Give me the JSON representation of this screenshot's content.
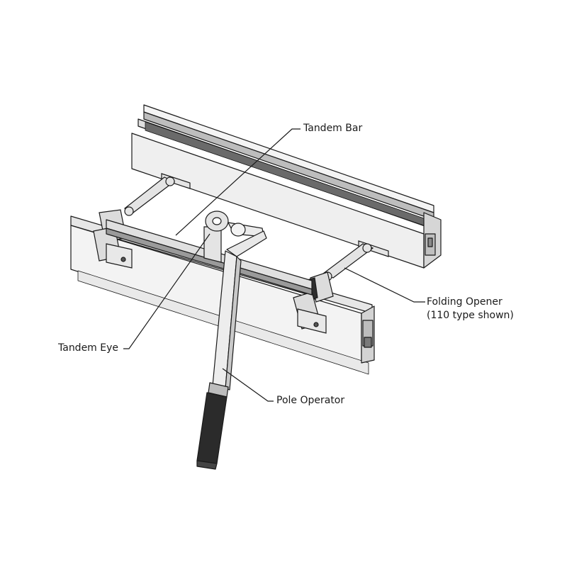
{
  "labels": {
    "tandem_bar": "Tandem Bar",
    "folding_opener_line1": "Folding Opener",
    "folding_opener_line2": "(110 type shown)",
    "tandem_eye": "Tandem Eye",
    "pole_operator": "Pole Operator"
  },
  "colors": {
    "line": "#1a1a1a",
    "aluminium_light": "#f2f2f2",
    "aluminium_mid": "#d9d9d9",
    "aluminium_dark": "#a8a8a8",
    "glass": "#e9e9e9",
    "grip": "#2b2b2b"
  }
}
